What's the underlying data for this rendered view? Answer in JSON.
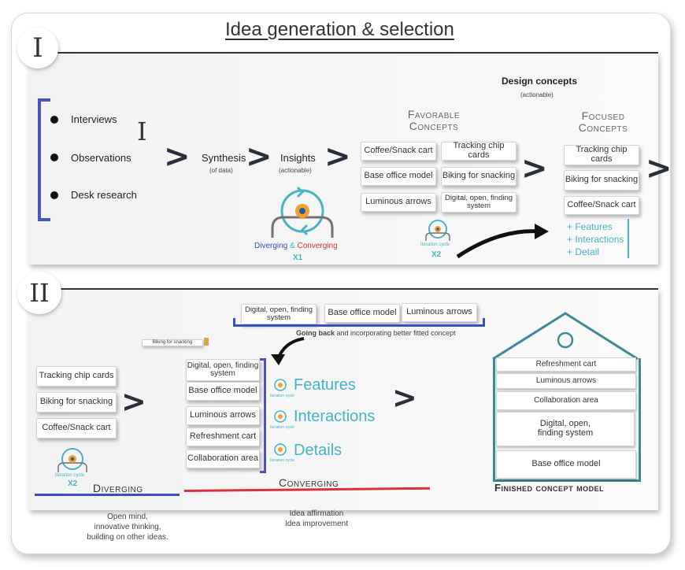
{
  "title": "Idea generation & selection",
  "section1": {
    "roman": "I",
    "sources": [
      "Interviews",
      "Observations",
      "Desk research"
    ],
    "bracket_roman": "I",
    "synthesis": "Synthesis",
    "synthesis_note": "(of data)",
    "insights": "Insights",
    "insights_note": "(actionable)",
    "cycle_left": "Diverging",
    "cycle_amp": "&",
    "cycle_right": "Converging",
    "cycle_mult": "X1",
    "design_concepts": "Design concepts",
    "design_concepts_note": "(actionable)",
    "favorable_title": [
      "Favorable",
      "Concepts"
    ],
    "favorable": [
      "Coffee/Snack cart",
      "Tracking chip cards",
      "Base office model",
      "Biking for snacking",
      "Luminous arrows",
      "Digital, open, finding system"
    ],
    "iteration_label": "Iteration cycle",
    "iteration_mult": "X2",
    "focused_title": [
      "Focused",
      "Concepts"
    ],
    "focused": [
      "Tracking chip cards",
      "Biking for snacking",
      "Coffee/Snack cart"
    ],
    "refinements": [
      "+ Features",
      "+ Interactions",
      "+ Detail"
    ]
  },
  "section2": {
    "roman": "II",
    "top_cards": [
      "Digital, open, finding system",
      "Base office model",
      "Luminous arrows"
    ],
    "going_back_bold": "Going back",
    "going_back_rest": "and incorporating better fitted concept",
    "small_strip": "Biking for snacking",
    "left_cards": [
      "Tracking chip cards",
      "Biking for snacking",
      "Coffee/Snack cart"
    ],
    "iteration_label": "Iteration cycle",
    "iteration_mult": "X2",
    "diverging": "Diverging",
    "diverging_notes": [
      "Open mind,",
      "innovative thinking,",
      "building on other ideas."
    ],
    "mid_cards": [
      "Digital, open, finding system",
      "Base office model",
      "Luminous arrows",
      "Refreshment cart",
      "Collaboration area"
    ],
    "aspects": [
      "Features",
      "Interactions",
      "Details"
    ],
    "aspect_icon_label": "Iteration cycle",
    "converging": "Converging",
    "converging_notes": [
      "Idea affirmation",
      "Idea improvement"
    ],
    "house_rows": [
      "Refreshment cart",
      "Luminous arrows",
      "Collaboration area",
      "Digital, open, finding system",
      "Base office model"
    ],
    "finished": "Finished concept model"
  },
  "colors": {
    "blue": "#3b4fc4",
    "red": "#d9323a",
    "teal": "#46b3c6",
    "bracket": "#4b55b8"
  }
}
